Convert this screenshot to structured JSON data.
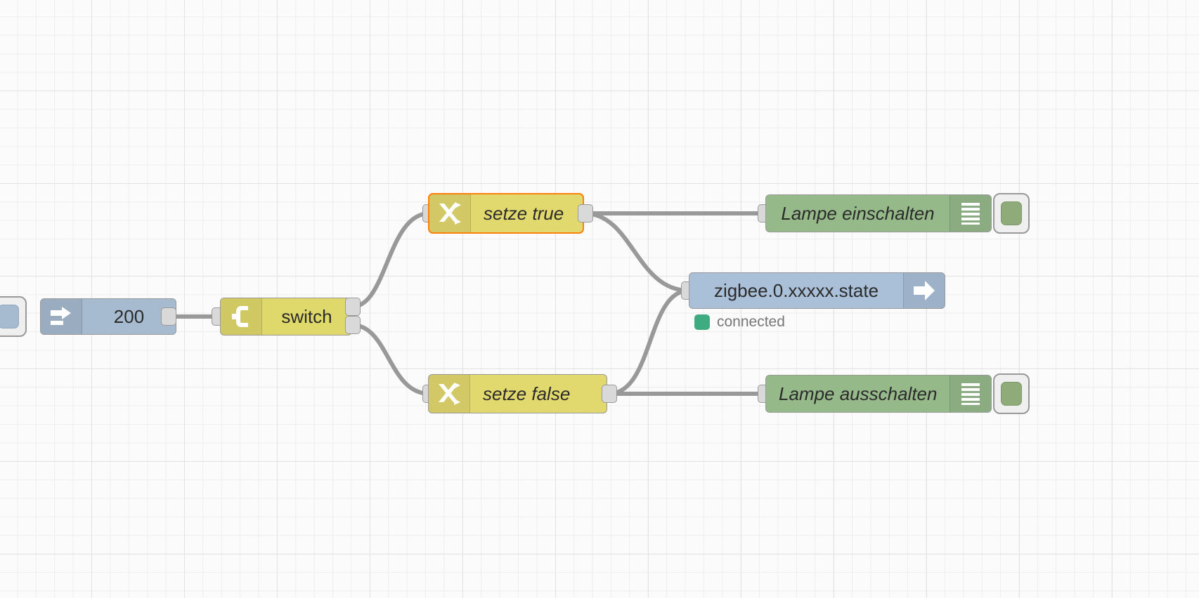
{
  "app": {
    "name": "node-red-flow-editor",
    "canvas_background": "#fbfbfb",
    "grid_color": "#e3e3e3"
  },
  "colors": {
    "inject_node": "#a6bbcf",
    "switch_node": "#dfd86b",
    "change_node": "#e2d96e",
    "debug_node": "#96b98a",
    "iobroker_node": "#a9c0d8",
    "selection_border": "#ff7f0e",
    "wire": "#999999",
    "status_connected": "#3fab81"
  },
  "nodes": [
    {
      "id": "inject-200",
      "type": "inject",
      "label": "200",
      "icon": "inject-arrow-icon",
      "italic": false,
      "has_trigger_button": true,
      "outputs": 1,
      "inputs": 0
    },
    {
      "id": "switch",
      "type": "switch",
      "label": "switch",
      "icon": "switch-branch-icon",
      "italic": false,
      "outputs": 2,
      "inputs": 1
    },
    {
      "id": "change-setze-true",
      "type": "change",
      "label": "setze true",
      "icon": "change-swap-icon",
      "italic": true,
      "selected": true,
      "outputs": 1,
      "inputs": 1
    },
    {
      "id": "change-setze-false",
      "type": "change",
      "label": "setze false",
      "icon": "change-swap-icon",
      "italic": true,
      "selected": false,
      "outputs": 1,
      "inputs": 1
    },
    {
      "id": "debug-lampe-einschalten",
      "type": "debug",
      "label": "Lampe einschalten",
      "icon": "debug-lines-icon",
      "italic": true,
      "has_toggle_button": true,
      "outputs": 0,
      "inputs": 1
    },
    {
      "id": "debug-lampe-ausschalten",
      "type": "debug",
      "label": "Lampe ausschalten",
      "icon": "debug-lines-icon",
      "italic": true,
      "has_toggle_button": true,
      "outputs": 0,
      "inputs": 1
    },
    {
      "id": "iobroker-out",
      "type": "iobroker-out",
      "label": "zigbee.0.xxxxx.state",
      "icon": "arrow-right-icon",
      "italic": false,
      "outputs": 0,
      "inputs": 1,
      "status": {
        "text": "connected",
        "color": "#3fab81"
      }
    }
  ],
  "labels": {
    "inject_200": "200",
    "switch": "switch",
    "setze_true": "setze true",
    "setze_false": "setze false",
    "lampe_einschalten": "Lampe einschalten",
    "lampe_ausschalten": "Lampe ausschalten",
    "zigbee_state": "zigbee.0.xxxxx.state",
    "connected": "connected"
  }
}
